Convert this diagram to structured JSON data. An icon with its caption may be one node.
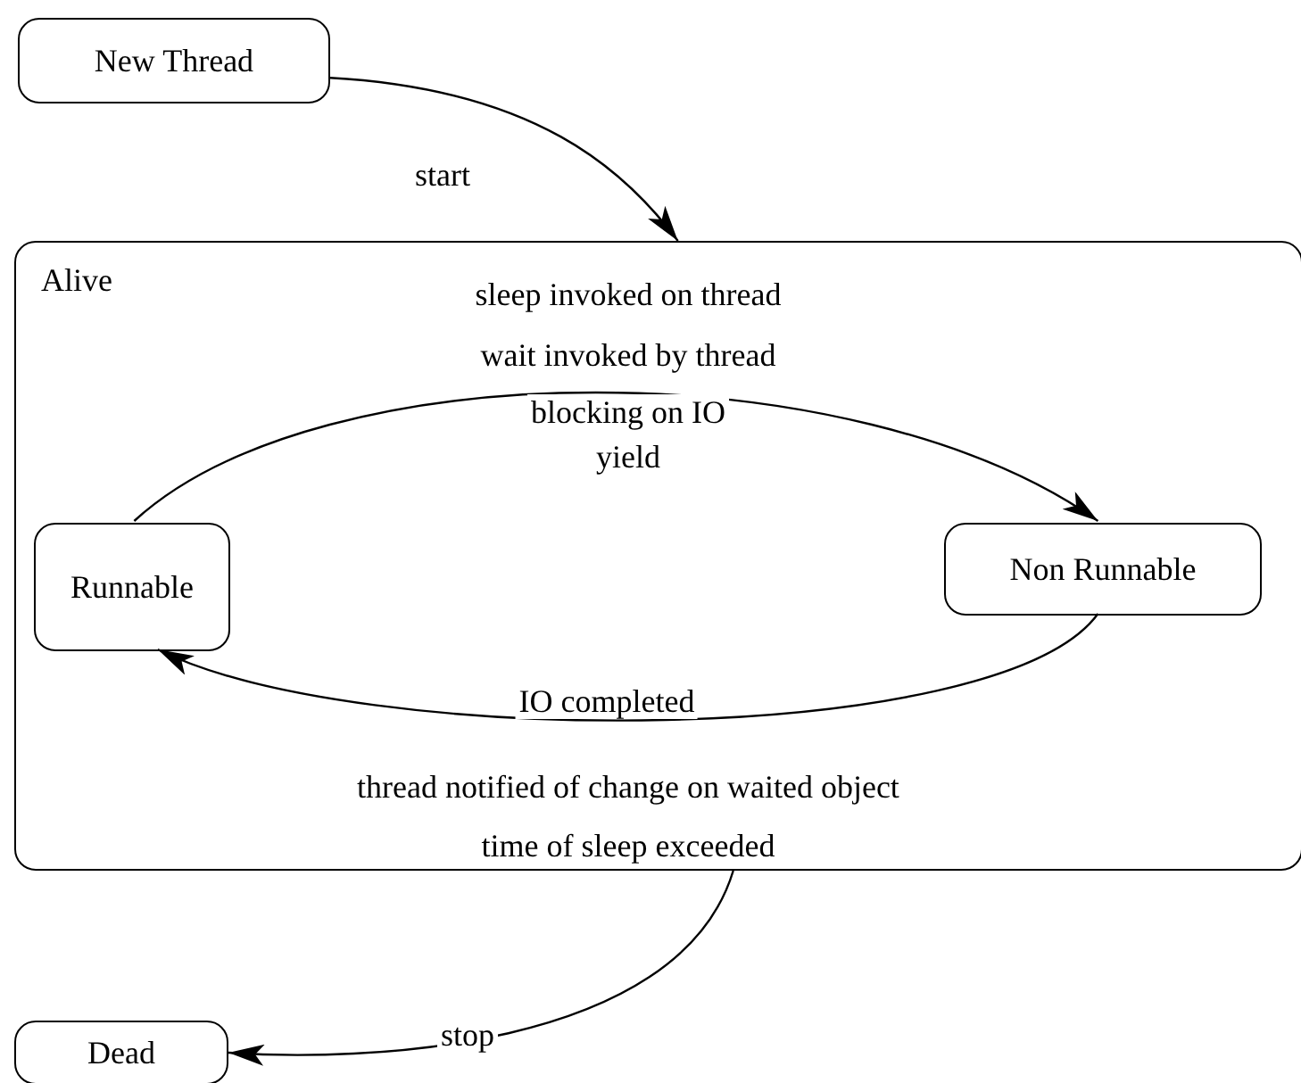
{
  "diagram": {
    "nodes": [
      {
        "text": [
          "New Thread"
        ]
      },
      {
        "text": [
          "Alive"
        ]
      },
      {
        "text": [
          "Runnable"
        ],
        "in": 1
      },
      {
        "text": [
          "Non Runnable"
        ],
        "in": 1
      },
      {
        "text": [
          "Dead"
        ]
      }
    ],
    "edges": [
      {
        "from": 0,
        "to": 1,
        "arrow": "to",
        "label": "start"
      },
      {
        "from": 2,
        "to": 3,
        "arrow": "to",
        "label": [
          "sleep invoked on thread",
          "wait invoked by thread",
          "blocking on IO",
          "yield"
        ]
      },
      {
        "from": 3,
        "to": 2,
        "arrow": "to",
        "label": [
          "IO completed",
          "thread notified of change on waited object",
          "time of sleep exceeded"
        ]
      },
      {
        "from": 1,
        "to": 4,
        "arrow": "to",
        "label": "stop"
      }
    ]
  }
}
